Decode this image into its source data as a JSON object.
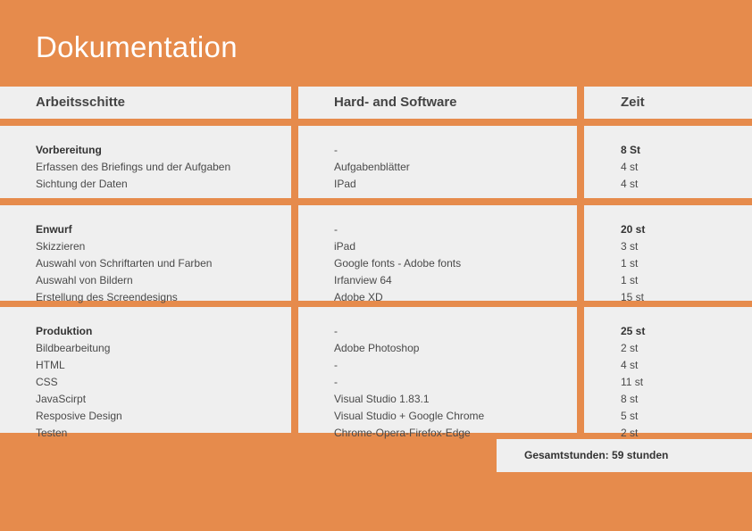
{
  "title": "Dokumentation",
  "headers": [
    "Arbeitsschitte",
    "Hard- and Software",
    "Zeit"
  ],
  "sections": [
    {
      "steps": [
        "Vorbereitung",
        "Erfassen des Briefings und der Aufgaben",
        "Sichtung der Daten"
      ],
      "tools": [
        "-",
        "Aufgabenblätter",
        "IPad"
      ],
      "times": [
        "8 St",
        "4 st",
        "4 st"
      ]
    },
    {
      "steps": [
        "Enwurf",
        "Skizzieren",
        "Auswahl von Schriftarten und Farben",
        "Auswahl von Bildern",
        "Erstellung des Screendesigns"
      ],
      "tools": [
        "-",
        "iPad",
        "Google fonts - Adobe fonts",
        "Irfanview 64",
        "Adobe XD"
      ],
      "times": [
        "20 st",
        "3 st",
        "1 st",
        "1 st",
        "15 st"
      ]
    },
    {
      "steps": [
        "Produktion",
        "Bildbearbeitung",
        "HTML",
        "CSS",
        "JavaScirpt",
        "Resposive Design",
        "Testen"
      ],
      "tools": [
        "-",
        "Adobe Photoshop",
        "-",
        "-",
        "Visual Studio 1.83.1",
        "Visual Studio + Google Chrome",
        "Chrome-Opera-Firefox-Edge"
      ],
      "times": [
        "25 st",
        "2 st",
        "4 st",
        "11 st",
        "8 st",
        "5 st",
        "2 st"
      ]
    }
  ],
  "total": "Gesamtstunden: 59 stunden",
  "colors": {
    "background": "#e68b4c",
    "panel": "#efefef"
  }
}
